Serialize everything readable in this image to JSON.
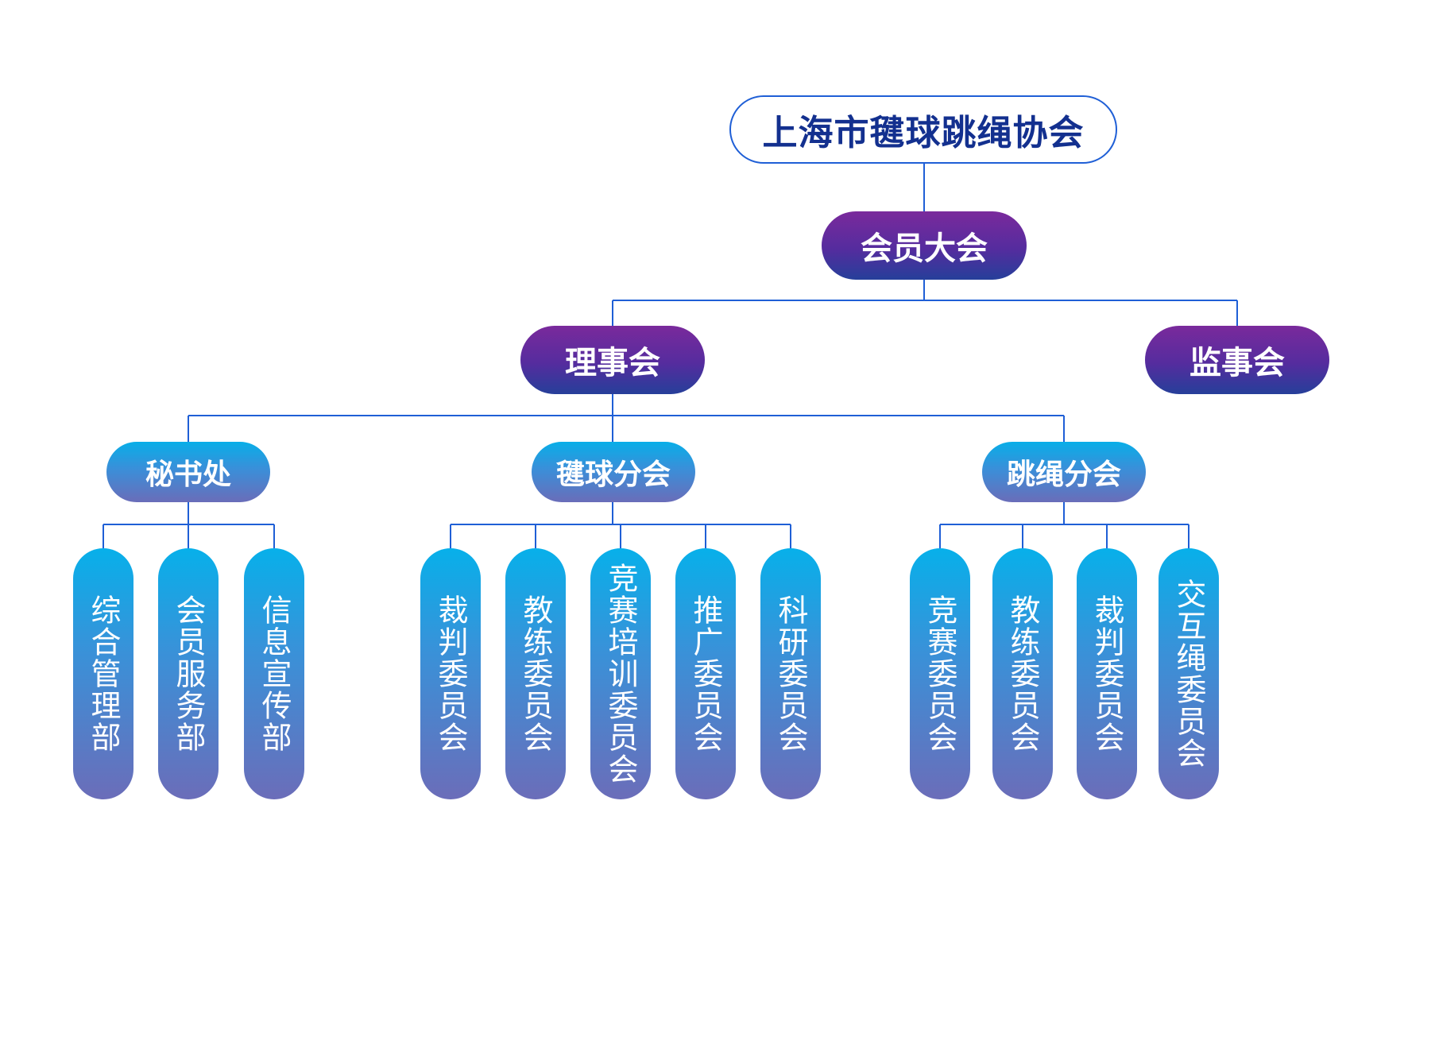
{
  "root": {
    "label": "上海市毽球跳绳协会"
  },
  "assembly": {
    "label": "会员大会"
  },
  "board": {
    "label": "理事会"
  },
  "supervisory": {
    "label": "监事会"
  },
  "departments": {
    "secretariat": {
      "label": "秘书处",
      "children": [
        "综合管理部",
        "会员服务部",
        "信息宣传部"
      ]
    },
    "shuttlecock": {
      "label": "毽球分会",
      "children": [
        "裁判委员会",
        "教练委员会",
        "竞赛培训委员会",
        "推广委员会",
        "科研委员会"
      ]
    },
    "rope": {
      "label": "跳绳分会",
      "children": [
        "竞赛委员会",
        "教练委员会",
        "裁判委员会",
        "交互绳委员会"
      ]
    }
  },
  "colors": {
    "line": "#1f5fd6",
    "root_text": "#13308f",
    "purple_top": "#7a2a9c",
    "purple_bottom": "#263f9a",
    "blue_top": "#08aee8",
    "blue_bottom": "#6a6db9"
  }
}
